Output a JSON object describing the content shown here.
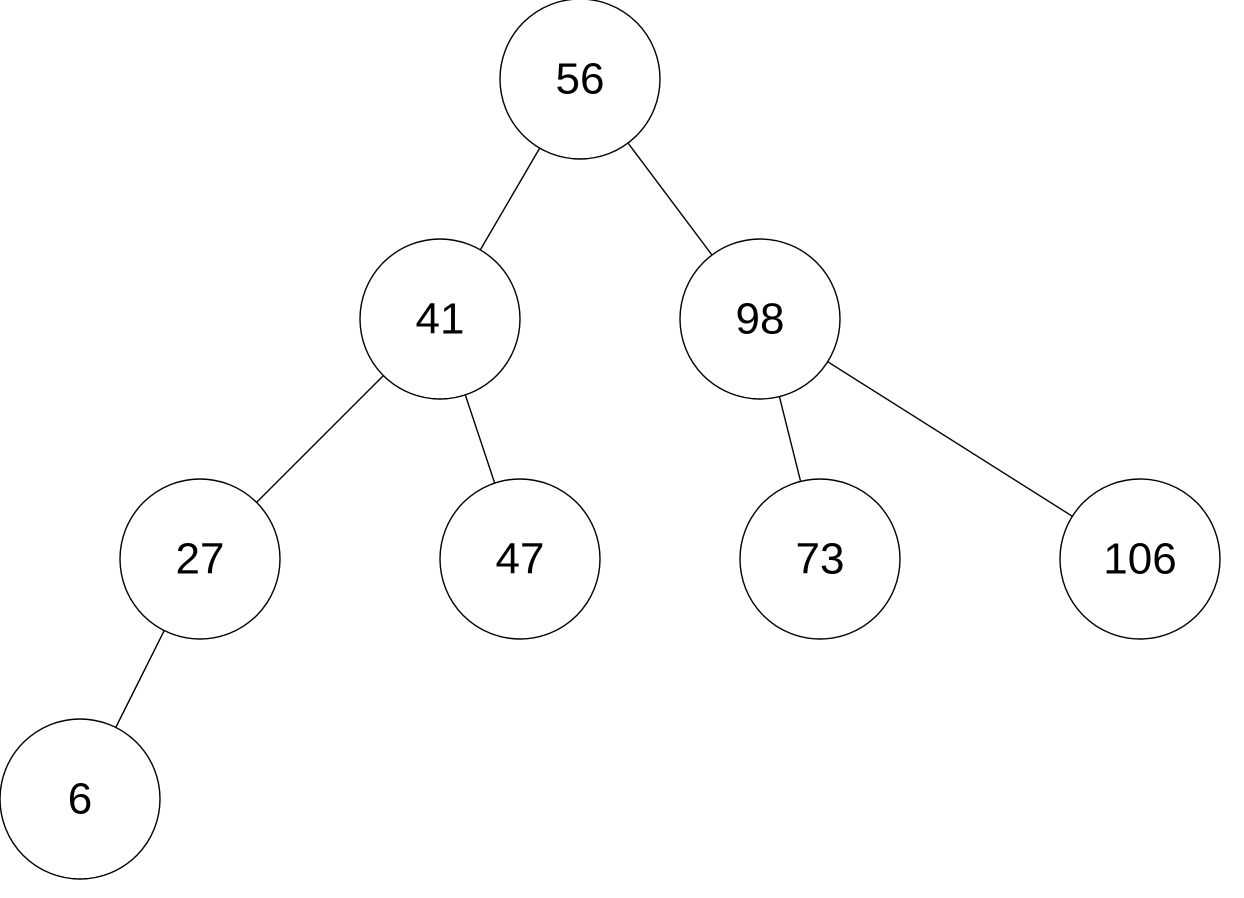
{
  "diagram": {
    "type": "binary-tree",
    "nodes": [
      {
        "id": "n56",
        "label": "56"
      },
      {
        "id": "n41",
        "label": "41"
      },
      {
        "id": "n98",
        "label": "98"
      },
      {
        "id": "n27",
        "label": "27"
      },
      {
        "id": "n47",
        "label": "47"
      },
      {
        "id": "n73",
        "label": "73"
      },
      {
        "id": "n106",
        "label": "106"
      },
      {
        "id": "n6",
        "label": "6"
      }
    ],
    "edges": [
      {
        "from": "n56",
        "to": "n41"
      },
      {
        "from": "n56",
        "to": "n98"
      },
      {
        "from": "n41",
        "to": "n27"
      },
      {
        "from": "n41",
        "to": "n47"
      },
      {
        "from": "n98",
        "to": "n73"
      },
      {
        "from": "n98",
        "to": "n106"
      },
      {
        "from": "n27",
        "to": "n6"
      }
    ]
  }
}
